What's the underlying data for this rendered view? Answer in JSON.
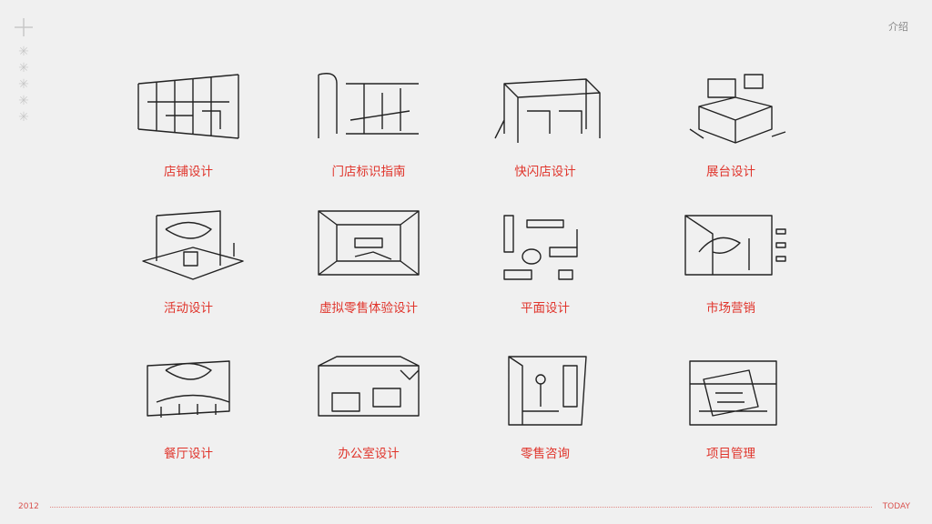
{
  "header": {
    "intro_label": "介绍"
  },
  "items": [
    {
      "label": "店铺设计",
      "icon": "store-sketch"
    },
    {
      "label": "门店标识指南",
      "icon": "signage-sketch"
    },
    {
      "label": "快闪店设计",
      "icon": "popup-store-sketch"
    },
    {
      "label": "展台设计",
      "icon": "booth-sketch"
    },
    {
      "label": "活动设计",
      "icon": "event-sketch"
    },
    {
      "label": "虚拟零售体验设计",
      "icon": "virtual-retail-sketch"
    },
    {
      "label": "平面设计",
      "icon": "graphic-sketch"
    },
    {
      "label": "市场营销",
      "icon": "marketing-sketch"
    },
    {
      "label": "餐厅设计",
      "icon": "restaurant-sketch"
    },
    {
      "label": "办公室设计",
      "icon": "office-sketch"
    },
    {
      "label": "零售咨询",
      "icon": "retail-consulting-sketch"
    },
    {
      "label": "项目管理",
      "icon": "project-management-sketch"
    }
  ],
  "timeline": {
    "start": "2012",
    "end": "TODAY"
  }
}
